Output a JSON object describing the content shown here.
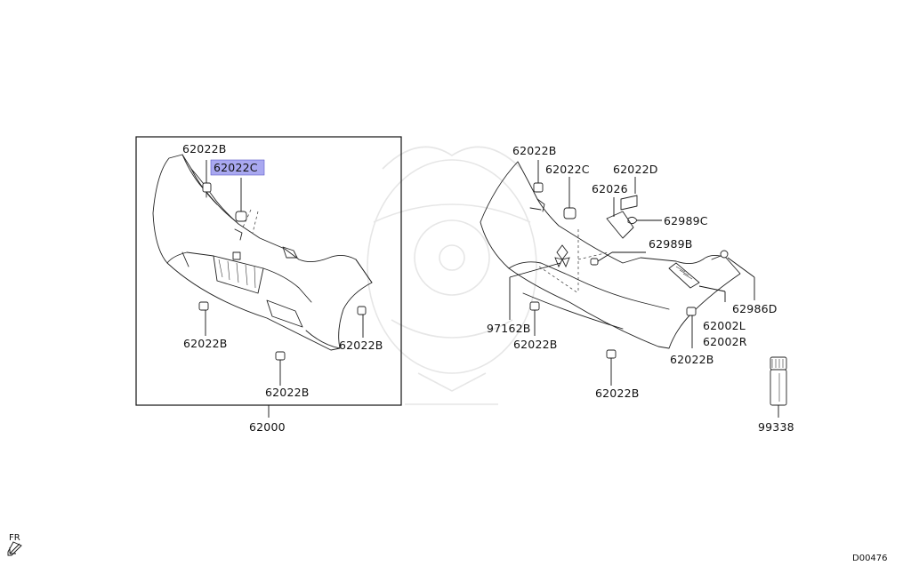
{
  "diagram": {
    "code": "D00476",
    "orientation_label": "FR",
    "box_assembly_label": "62000",
    "highlight_color": "#a9a8f0",
    "parts": [
      {
        "id": "62022B",
        "highlighted": false
      },
      {
        "id": "62022C",
        "highlighted": true
      },
      {
        "id": "62022B",
        "highlighted": false
      },
      {
        "id": "62022B",
        "highlighted": false
      },
      {
        "id": "62022B",
        "highlighted": false
      },
      {
        "id": "62022B",
        "highlighted": false
      },
      {
        "id": "62022C",
        "highlighted": false
      },
      {
        "id": "62022D",
        "highlighted": false
      },
      {
        "id": "62026",
        "highlighted": false
      },
      {
        "id": "62989C",
        "highlighted": false
      },
      {
        "id": "62989B",
        "highlighted": false
      },
      {
        "id": "97162B",
        "highlighted": false
      },
      {
        "id": "62022B",
        "highlighted": false
      },
      {
        "id": "62986D",
        "highlighted": false
      },
      {
        "id": "62002L",
        "highlighted": false
      },
      {
        "id": "62002R",
        "highlighted": false
      },
      {
        "id": "62022B",
        "highlighted": false
      },
      {
        "id": "62022B",
        "highlighted": false
      },
      {
        "id": "99338",
        "highlighted": false
      }
    ]
  }
}
